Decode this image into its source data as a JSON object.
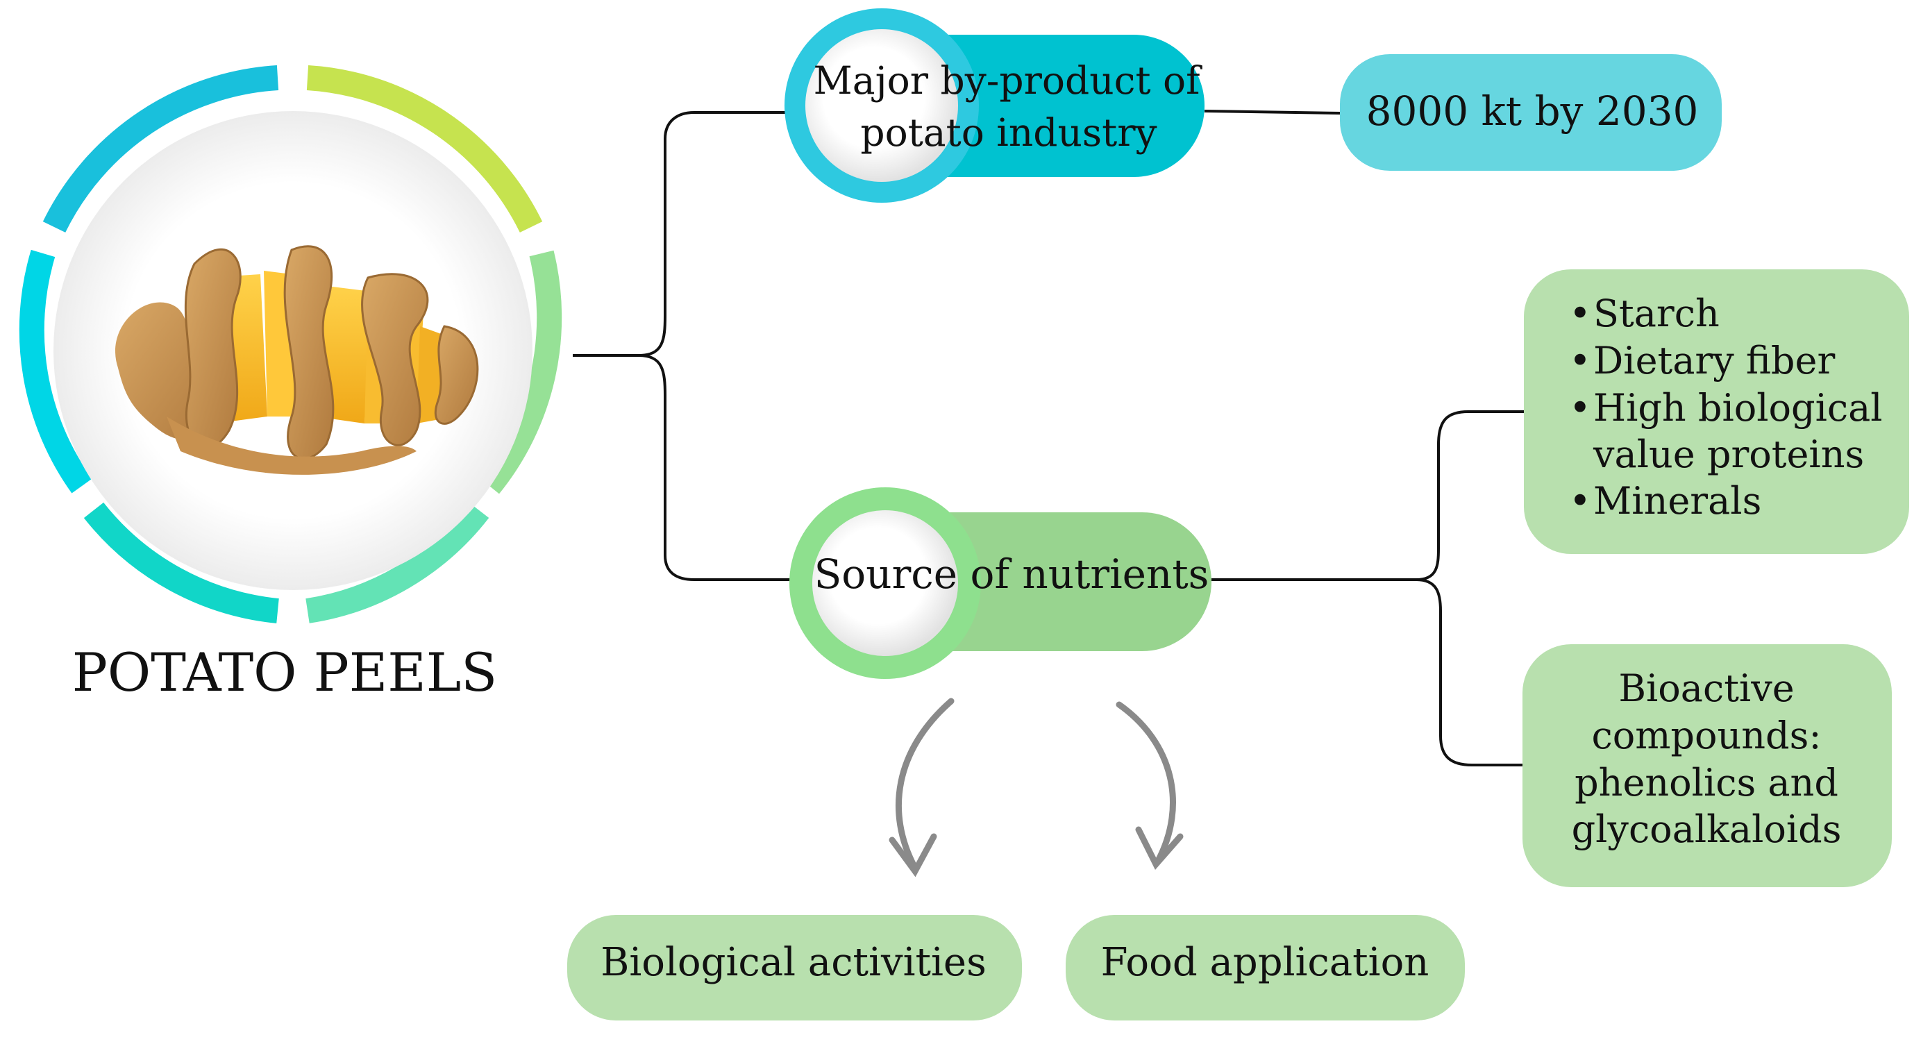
{
  "root": {
    "label": "POTATO PEELS"
  },
  "branch_top": {
    "label_line1": "Major by-product of",
    "label_line2": "potato industry"
  },
  "top_result": {
    "label": "8000 kt by 2030"
  },
  "branch_bottom": {
    "label": "Source of nutrients"
  },
  "nutrients_list": {
    "items": [
      "Starch",
      "Dietary fiber",
      "High biological",
      "value proteins",
      "Minerals"
    ]
  },
  "bioactive": {
    "line1": "Bioactive",
    "line2": "compounds:",
    "line3": "phenolics and",
    "line4": "glycoalkaloids"
  },
  "outcomes": {
    "left": "Biological activities",
    "right": "Food application"
  },
  "colors": {
    "teal": "#00bfd0",
    "light_teal": "#66d6e0",
    "green": "#98d48f",
    "light_green": "#b8e0ae",
    "ring_green": "#90e38f",
    "arrow_gray": "#8a8a8a",
    "lime": "#c6e34f"
  }
}
